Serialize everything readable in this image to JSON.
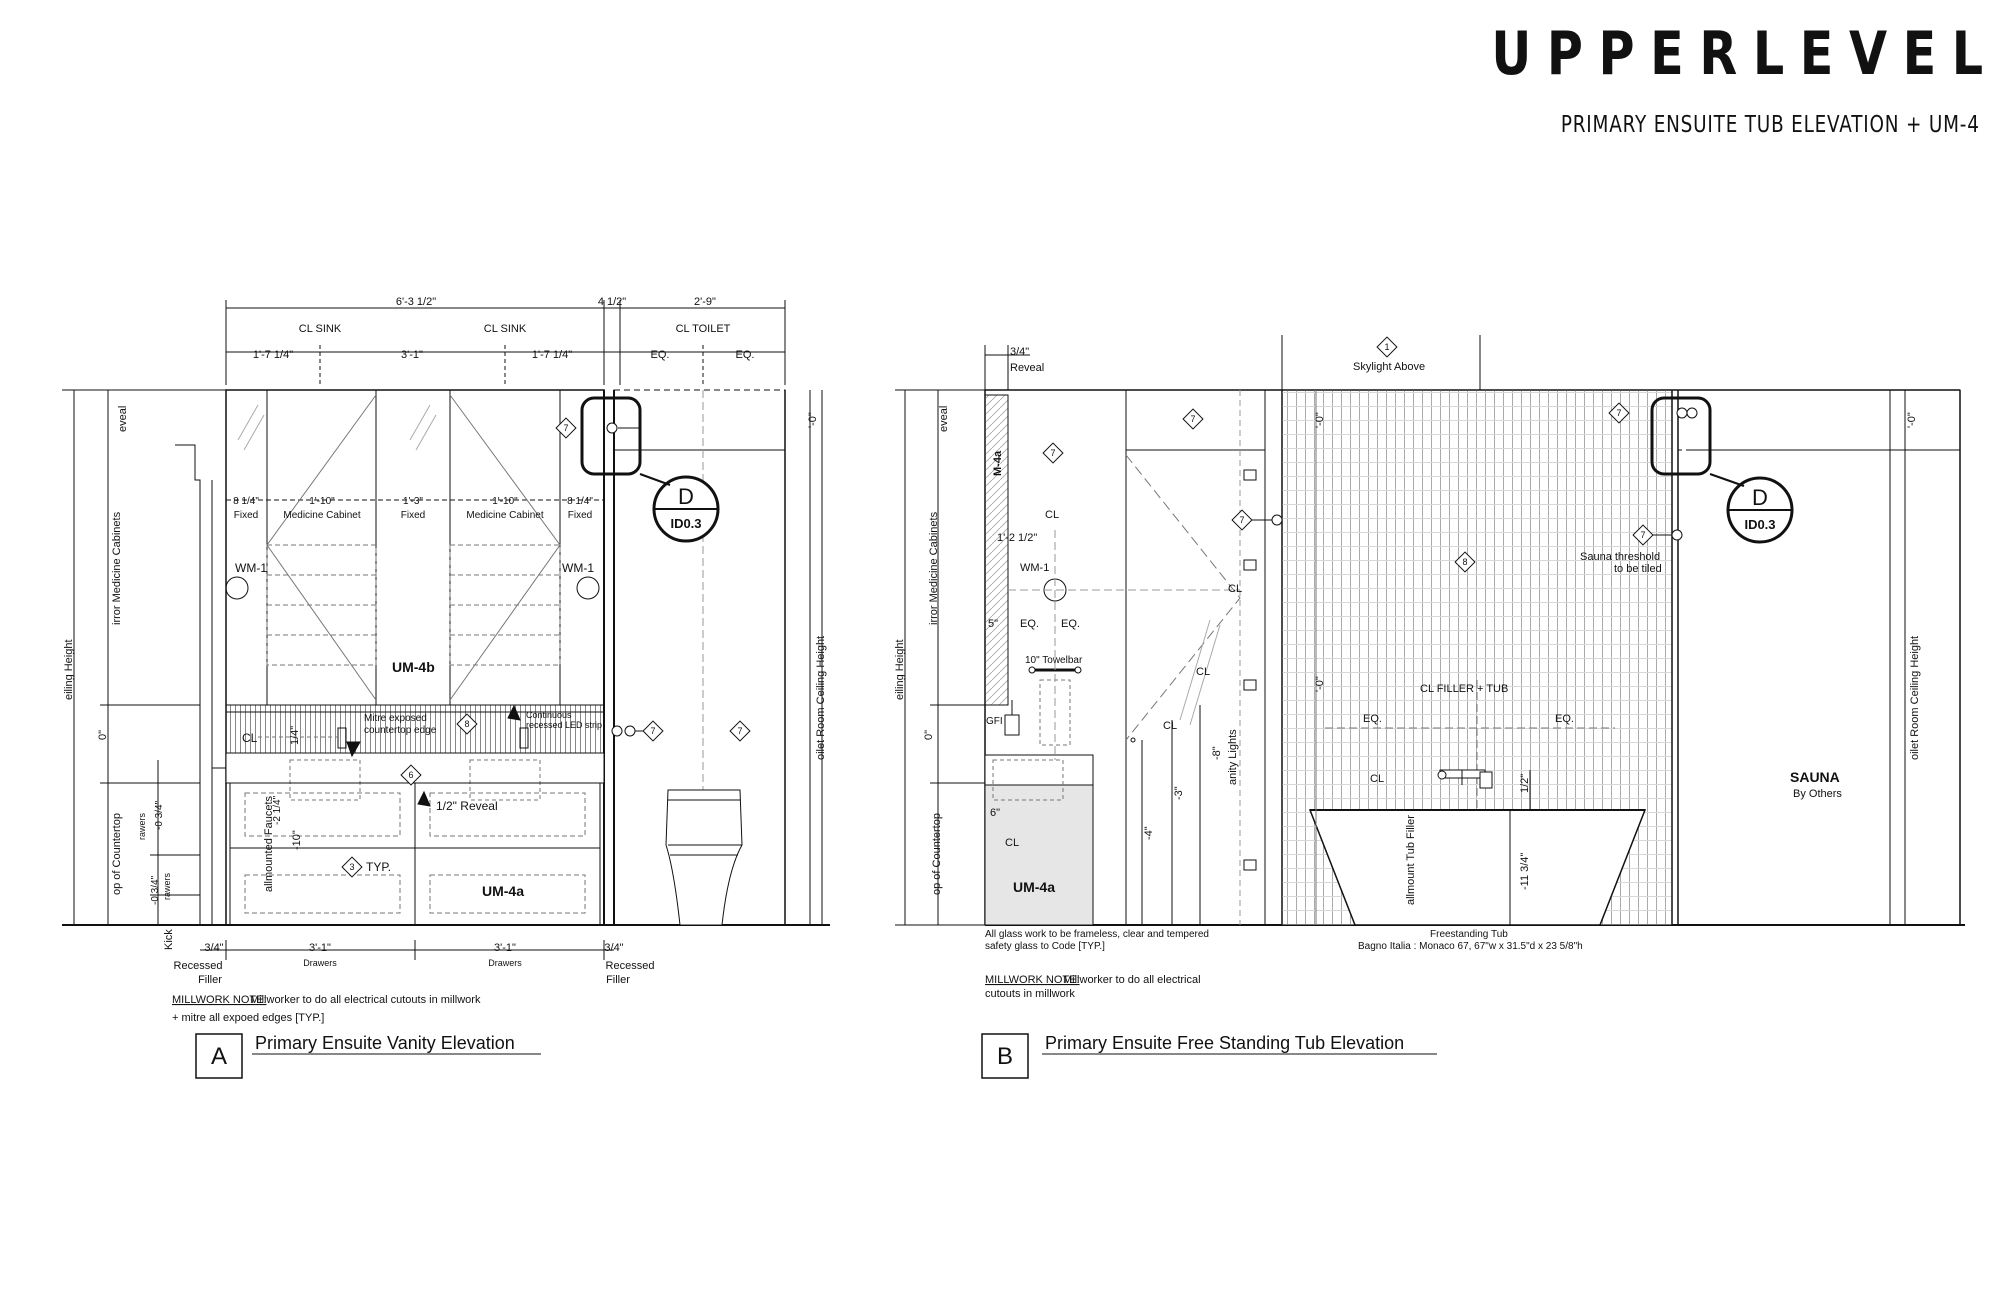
{
  "brand": {
    "name": "UPPERLEVEL",
    "sheet_title": "PRIMARY ENSUITE TUB ELEVATION + UM-4"
  },
  "elevation_a": {
    "tag": "A",
    "title": "Primary Ensuite Vanity Elevation",
    "dims": {
      "overall": "6'-3 1/2\"",
      "right_gap": "4 1/2\"",
      "toilet_zone": "2'-9\"",
      "cl_sink_1": "CL SINK",
      "cl_sink_2": "CL SINK",
      "cl_toilet": "CL TOILET",
      "seg_left": "1'-7 1/4\"",
      "seg_mid": "3'-1\"",
      "seg_right": "1'-7 1/4\"",
      "eq_1": "EQ.",
      "eq_2": "EQ.",
      "fixed_l": "8 1/4\"",
      "fixed_l_lbl": "Fixed",
      "med_l": "1'-10\"",
      "med_l_lbl": "Medicine Cabinet",
      "fixed_c": "1'-3\"",
      "fixed_c_lbl": "Fixed",
      "med_r": "1'-10\"",
      "med_r_lbl": "Medicine Cabinet",
      "fixed_r": "8 1/4\"",
      "fixed_r_lbl": "Fixed",
      "filler_l": "3/4\"",
      "filler_l_lbl1": "Recessed",
      "filler_l_lbl2": "Filler",
      "drawers_l": "3'-1\"",
      "drawers_l_lbl": "Drawers",
      "drawers_r": "3'-1\"",
      "drawers_r_lbl": "Drawers",
      "filler_r": "3/4\"",
      "filler_r_lbl1": "Recessed",
      "filler_r_lbl2": "Filler",
      "quarter": "1/4\"",
      "zero_top": "'-0\"",
      "zero_left": "0\""
    },
    "labels": {
      "um4b": "UM-4b",
      "um4a": "UM-4a",
      "wm1_l": "WM-1",
      "wm1_r": "WM-1",
      "cl": "CL",
      "mitre": "Mitre exposed",
      "mitre2": "countertop edge",
      "led": "Continuous",
      "led2": "recessed LED strip",
      "reveal": "1/2\" Reveal",
      "typ": "TYP.",
      "v_ceiling": "eiling Height",
      "v_mirror": "irror Medicine Cabinets",
      "v_reveal": "eveal",
      "v_counter": "op of Countertop",
      "v_kick": "Kick",
      "v_drawers1": "rawers",
      "v_drawers2": "rawers",
      "v_faucets": "allmounted Faucets",
      "v_toilet": "oilet Room Ceiling Height",
      "v_d1": "-0 3/4\"",
      "v_d2": "-0 3/4\"",
      "v_d3": "-10\"",
      "v_d4": "-2 1/4\""
    },
    "tags": {
      "t7a": "7",
      "t7b": "7",
      "t7c": "7",
      "t8": "8",
      "t6": "6",
      "t3": "3"
    },
    "detail": {
      "letter": "D",
      "ref": "ID0.3"
    },
    "note_heading": "MILLWORK NOTE:",
    "note_line1": "Millworker to do all electrical cutouts in millwork",
    "note_line2": "+ mitre all expoed edges [TYP.]"
  },
  "elevation_b": {
    "tag": "B",
    "title": "Primary Ensuite Free Standing Tub Elevation",
    "dims": {
      "reveal_top": "3/4\"",
      "reveal_top_lbl": "Reveal",
      "cl_top": "CL",
      "d12": "1'-2 1/2\"",
      "d5": "5\"",
      "eq_1": "EQ.",
      "eq_2": "EQ.",
      "towelbar": "10\" Towelbar",
      "d6": "6\"",
      "eq_tub_l": "EQ.",
      "eq_tub_r": "EQ.",
      "half": "1/2\"",
      "zero_top": "'-0\"",
      "zero_mid": "'-0\"",
      "zero_right": "'-0\"",
      "zero_left": "0\""
    },
    "labels": {
      "skylight": "Skylight Above",
      "m4a": "M-4a",
      "wm1": "WM-1",
      "gfi": "GFI",
      "um4a": "UM-4a",
      "cl1": "CL",
      "cl2": "CL",
      "cl3": "CL",
      "cl4": "CL",
      "cl5": "CL",
      "cl_filler": "CL FILLER + TUB",
      "sauna": "SAUNA",
      "sauna_by": "By Others",
      "threshold1": "Sauna threshold",
      "threshold2": "to be tiled",
      "tub": "Freestanding Tub",
      "tub_spec": "Bagno Italia : Monaco 67, 67\"w x 31.5\"d x 23 5/8\"h",
      "glass1": "All glass work to be frameless, clear and tempered",
      "glass2": "safety glass to Code [TYP.]",
      "v_ceiling": "eiling Height",
      "v_mirror": "irror Medicine Cabinets",
      "v_reveal": "eveal",
      "v_counter": "op of Countertop",
      "v_vanity": "anity Lights",
      "v_filler": "allmount Tub Filler",
      "v_toilet": "oilet Room Ceiling Height",
      "v_4": "-4\"",
      "v_3": "-3\"",
      "v_8": "-8\"",
      "v_11": "-11 3/4\""
    },
    "tags": {
      "t1": "1",
      "t7a": "7",
      "t7b": "7",
      "t7c": "7",
      "t7d": "7",
      "t7e": "7",
      "t8": "8"
    },
    "detail": {
      "letter": "D",
      "ref": "ID0.3"
    },
    "note_heading": "MILLWORK NOTE:",
    "note_line1": "Millworker to do all electrical",
    "note_line2": "cutouts in millwork"
  }
}
